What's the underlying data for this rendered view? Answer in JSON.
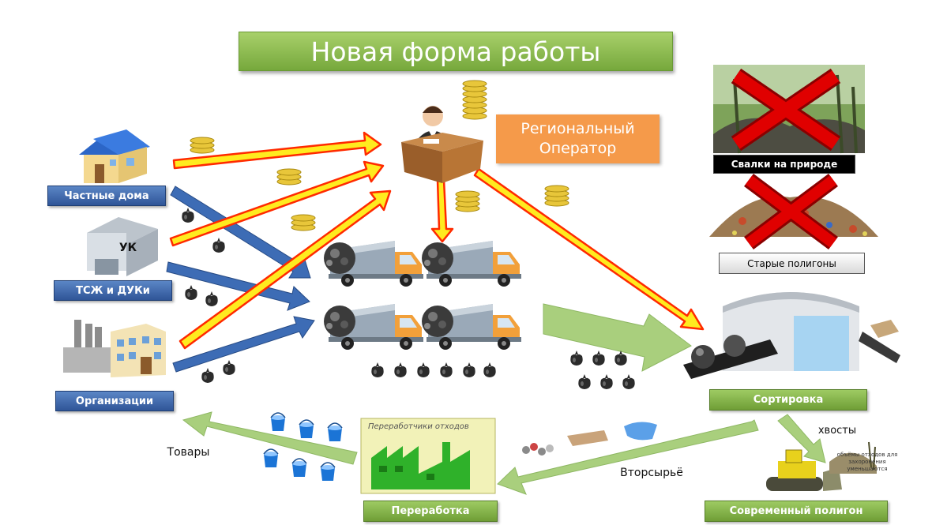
{
  "title": "Новая форма работы",
  "operator": {
    "line1": "Региональный",
    "line2": "Оператор"
  },
  "sources": {
    "private_houses": "Частные дома",
    "hoa": "ТСЖ и ДУКи",
    "organizations": "Организации",
    "uk_sign": "УК"
  },
  "bad_practices": {
    "wild_dumps": "Свалки на природе",
    "old_landfills": "Старые полигоны"
  },
  "sorting": "Сортировка",
  "modern_landfill": "Современный полигон",
  "processing": "Переработка",
  "processors_sign": "Переработчики отходов",
  "flows": {
    "goods": "Товары",
    "recyclables": "Вторсырьё",
    "tails": "хвосты"
  },
  "landfill_note": "объёмы отходов для захоронения уменьшаются",
  "colors": {
    "money_arrow": "#ffeb1f",
    "money_arrow_border": "#ff2a00",
    "waste_arrow": "#3d6cb5",
    "product_arrow": "#a9cf7d",
    "label_blue": "#2f5597",
    "label_green": "#76a83c",
    "operator_orange": "#f59a4a"
  },
  "icons": [
    "house-icon",
    "uk-building-icon",
    "factory-icon",
    "operator-desk-icon",
    "coin-stack-icon",
    "garbage-truck-icon",
    "garbage-bag-icon",
    "bucket-icon",
    "cross-mark-icon",
    "sorting-plant-icon",
    "bulldozer-icon",
    "recycling-plant-icon"
  ]
}
